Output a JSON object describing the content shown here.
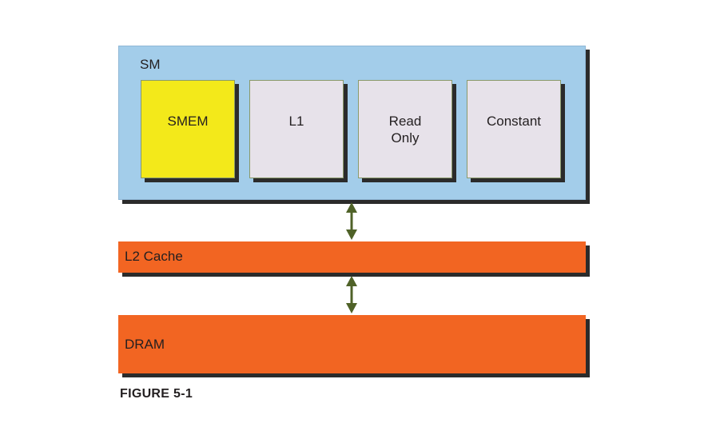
{
  "diagram": {
    "sm_label": "SM",
    "cells": {
      "smem": "SMEM",
      "l1": "L1",
      "read_only": "Read\nOnly",
      "constant": "Constant"
    },
    "l2_label": "L2 Cache",
    "dram_label": "DRAM",
    "caption": "FIGURE 5-1"
  },
  "colors": {
    "sm": "#a3cdea",
    "smem": "#f3e91a",
    "cache_cell": "#e7e2ea",
    "l2": "#f26522",
    "dram": "#f26522",
    "arrow": "#4f6228"
  }
}
